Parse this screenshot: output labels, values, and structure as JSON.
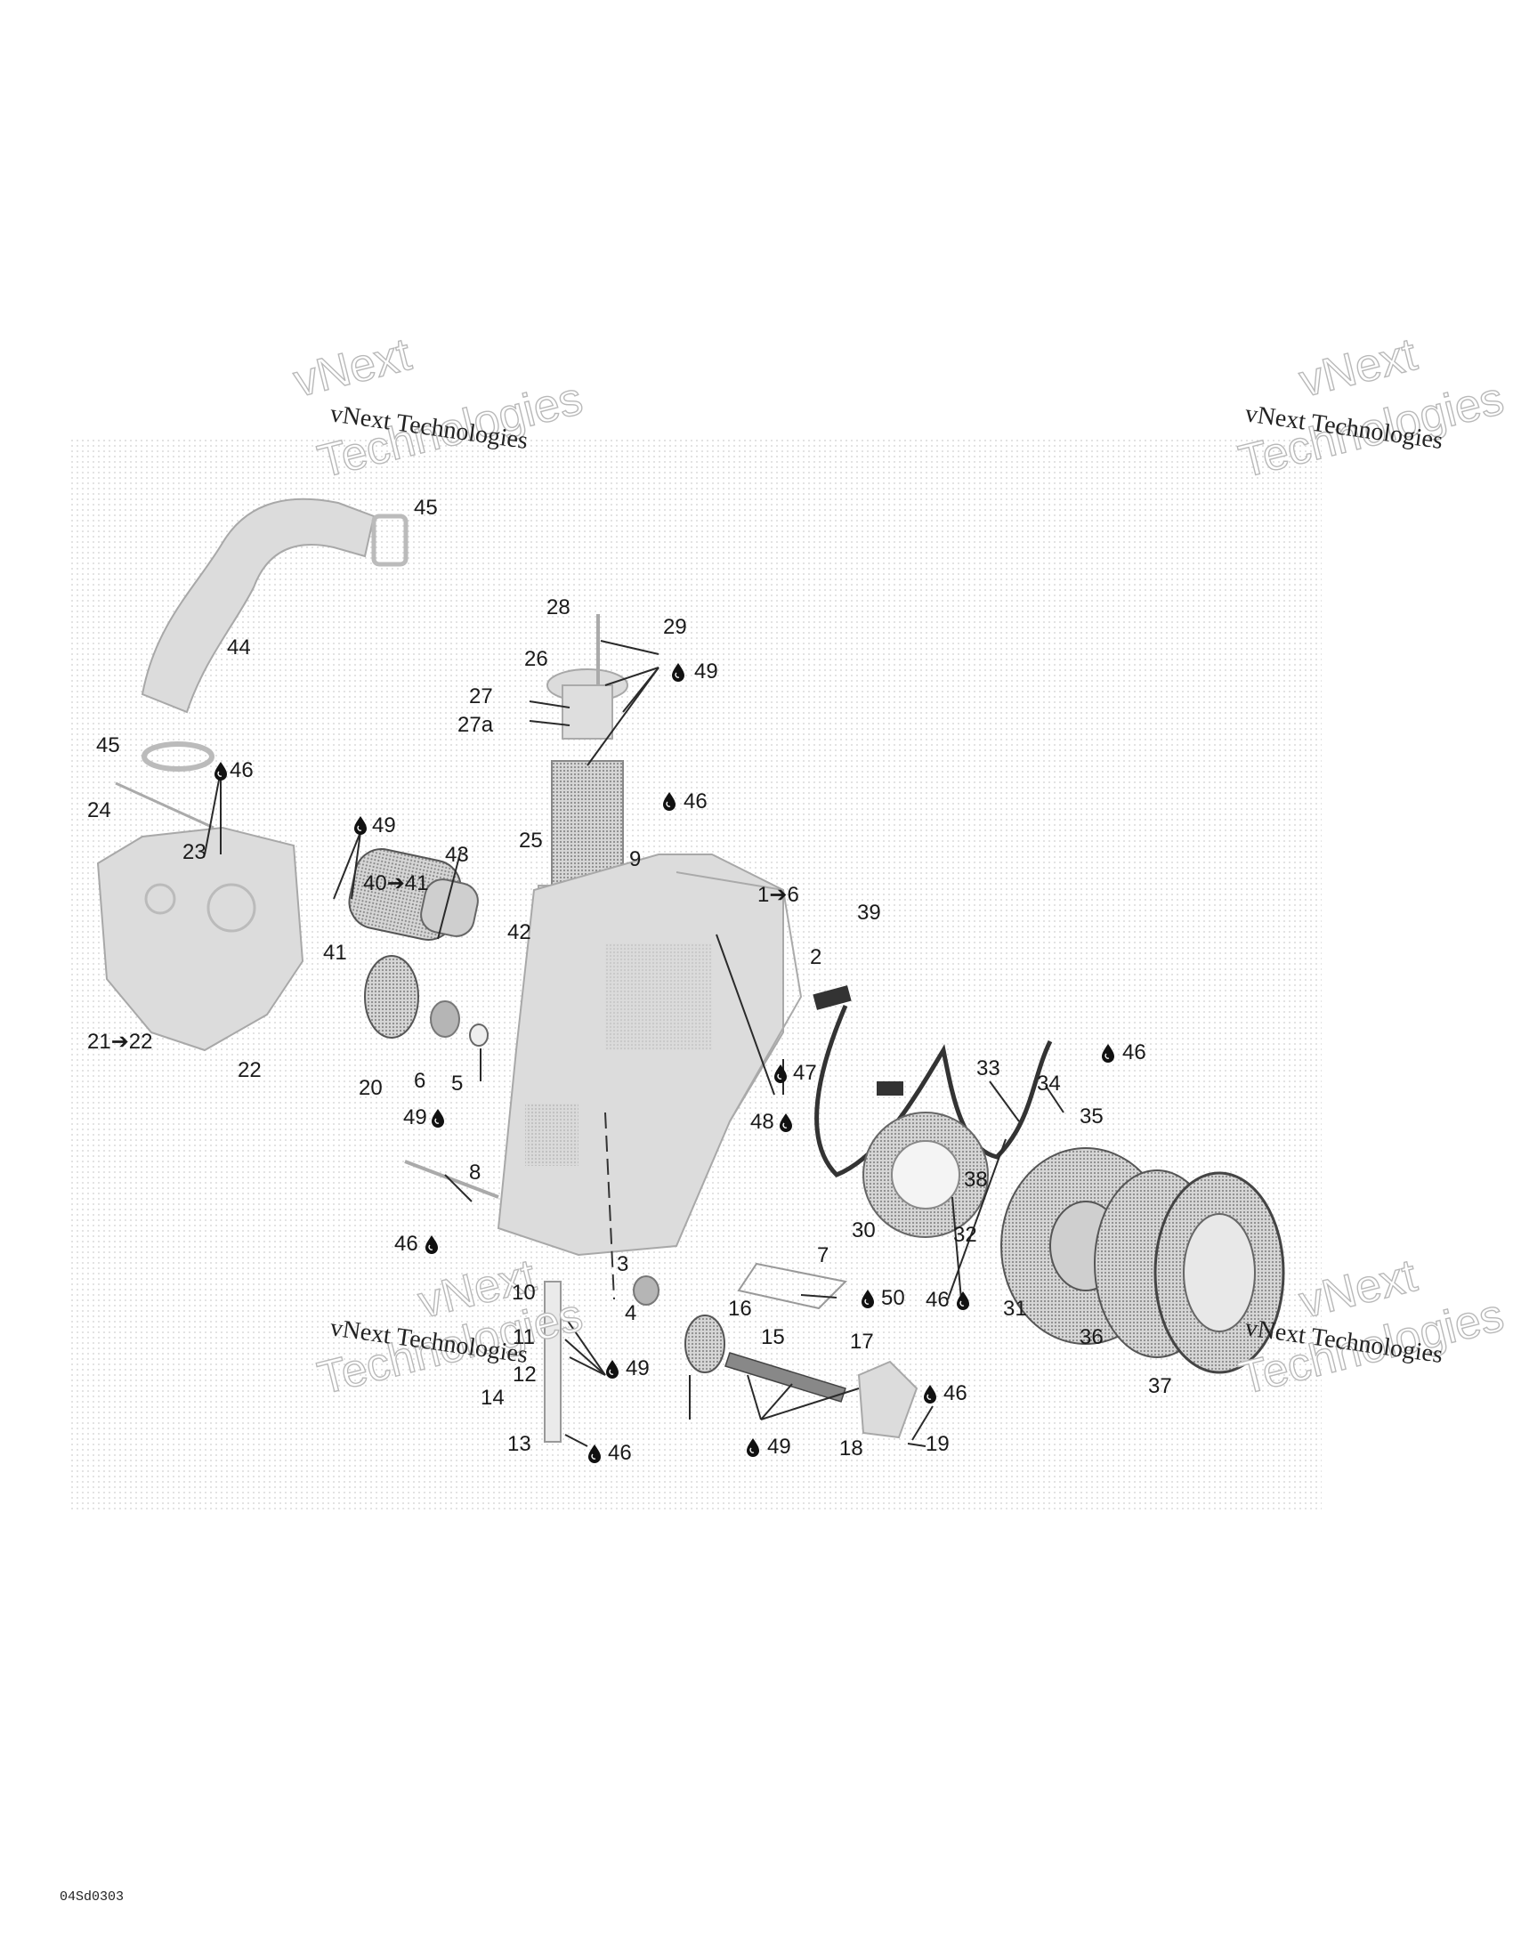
{
  "watermark": {
    "text_small": "vNext Technologies",
    "line1": "vNext",
    "line2": "Technologies"
  },
  "drawing_code": "04Sd0303",
  "callouts": [
    {
      "id": "c45a",
      "text": "45"
    },
    {
      "id": "c44",
      "text": "44"
    },
    {
      "id": "c45b",
      "text": "45"
    },
    {
      "id": "c46a",
      "text": "46"
    },
    {
      "id": "c24",
      "text": "24"
    },
    {
      "id": "c23",
      "text": "23"
    },
    {
      "id": "c49a",
      "text": "49"
    },
    {
      "id": "c40_41",
      "text": "40➔41"
    },
    {
      "id": "c43",
      "text": "43"
    },
    {
      "id": "c41",
      "text": "41"
    },
    {
      "id": "c42",
      "text": "42"
    },
    {
      "id": "c21_22",
      "text": "21➔22"
    },
    {
      "id": "c22",
      "text": "22"
    },
    {
      "id": "c20",
      "text": "20"
    },
    {
      "id": "c6",
      "text": "6"
    },
    {
      "id": "c5",
      "text": "5"
    },
    {
      "id": "c49b",
      "text": "49"
    },
    {
      "id": "c8",
      "text": "8"
    },
    {
      "id": "c46b",
      "text": "46"
    },
    {
      "id": "c28",
      "text": "28"
    },
    {
      "id": "c29",
      "text": "29"
    },
    {
      "id": "c26",
      "text": "26"
    },
    {
      "id": "c49c",
      "text": "49"
    },
    {
      "id": "c27",
      "text": "27"
    },
    {
      "id": "c27a",
      "text": "27a"
    },
    {
      "id": "c25",
      "text": "25"
    },
    {
      "id": "c46c",
      "text": "46"
    },
    {
      "id": "c9",
      "text": "9"
    },
    {
      "id": "c1_6",
      "text": "1➔6"
    },
    {
      "id": "c39",
      "text": "39"
    },
    {
      "id": "c2",
      "text": "2"
    },
    {
      "id": "c47",
      "text": "47"
    },
    {
      "id": "c48",
      "text": "48"
    },
    {
      "id": "c33",
      "text": "33"
    },
    {
      "id": "c46d",
      "text": "46"
    },
    {
      "id": "c34",
      "text": "34"
    },
    {
      "id": "c35",
      "text": "35"
    },
    {
      "id": "c38",
      "text": "38"
    },
    {
      "id": "c30",
      "text": "30"
    },
    {
      "id": "c32",
      "text": "32"
    },
    {
      "id": "c46e",
      "text": "46"
    },
    {
      "id": "c31",
      "text": "31"
    },
    {
      "id": "c36",
      "text": "36"
    },
    {
      "id": "c37",
      "text": "37"
    },
    {
      "id": "c3",
      "text": "3"
    },
    {
      "id": "c7",
      "text": "7"
    },
    {
      "id": "c50",
      "text": "50"
    },
    {
      "id": "c4",
      "text": "4"
    },
    {
      "id": "c16",
      "text": "16"
    },
    {
      "id": "c10",
      "text": "10"
    },
    {
      "id": "c11",
      "text": "11"
    },
    {
      "id": "c12",
      "text": "12"
    },
    {
      "id": "c49d",
      "text": "49"
    },
    {
      "id": "c15",
      "text": "15"
    },
    {
      "id": "c17",
      "text": "17"
    },
    {
      "id": "c14",
      "text": "14"
    },
    {
      "id": "c13",
      "text": "13"
    },
    {
      "id": "c46f",
      "text": "46"
    },
    {
      "id": "c49e",
      "text": "49"
    },
    {
      "id": "c46g",
      "text": "46"
    },
    {
      "id": "c18",
      "text": "18"
    },
    {
      "id": "c19",
      "text": "19"
    }
  ]
}
